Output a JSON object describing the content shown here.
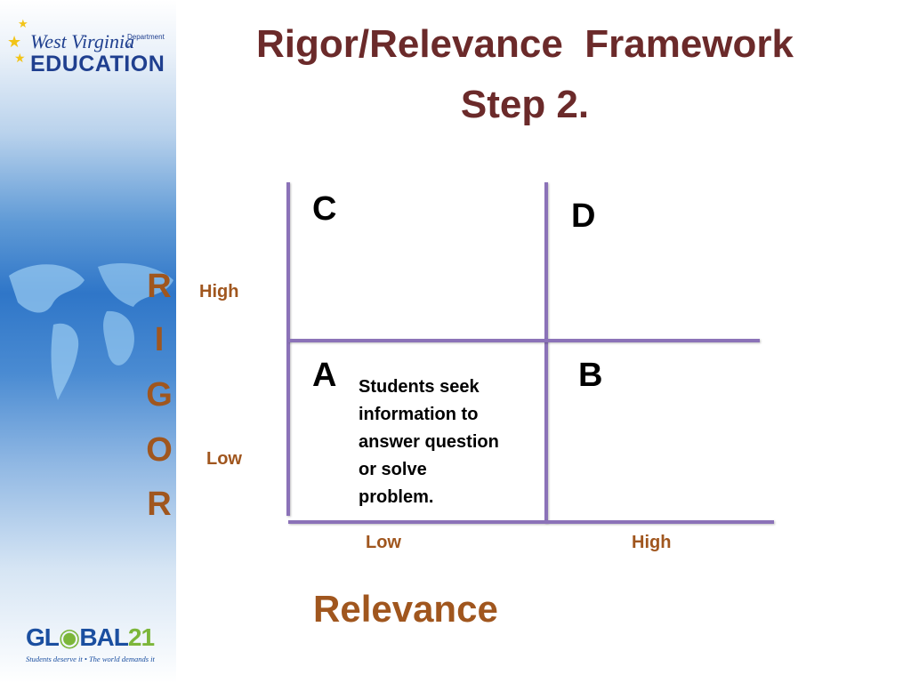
{
  "title_line1": "Rigor/Relevance  Framework",
  "title_line2": "Step 2.",
  "logos": {
    "wv_line1": "West Virginia",
    "wv_dept": "Department of",
    "wv_line2": "EDUCATION",
    "global21_prefix": "GL",
    "global21_mid": "BAL",
    "global21_num": "21",
    "global21_tagline": "Students deserve it • The world demands it"
  },
  "quadrants": {
    "a": "A",
    "b": "B",
    "c": "C",
    "d": "D",
    "a_text": "Students seek\ninformation to\nanswer question\nor solve\nproblem."
  },
  "rigor_axis": {
    "letters": [
      "R",
      "I",
      "G",
      "O",
      "R"
    ],
    "high": "High",
    "low": "Low"
  },
  "relevance_axis": {
    "low": "Low",
    "high": "High",
    "label": "Relevance"
  },
  "colors": {
    "title": "#6b2a2a",
    "axis_text": "#a0561e",
    "grid_lines": "#8b72b8"
  }
}
